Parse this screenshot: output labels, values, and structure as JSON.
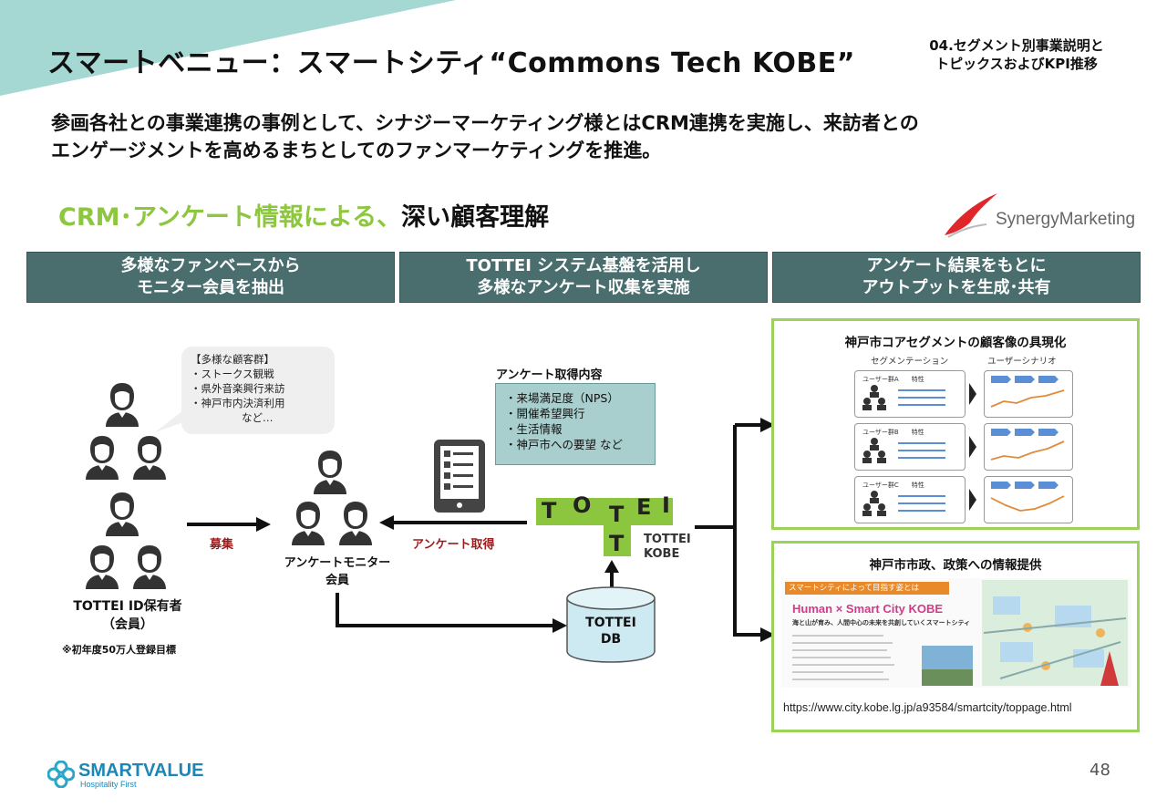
{
  "header": {
    "title": "スマートベニュー：スマートシティ“Commons Tech KOBE”",
    "section_tag_line1": "04.セグメント別事業説明と",
    "section_tag_line2": "トピックスおよびKPI推移"
  },
  "lead": {
    "line1": "参画各社との事業連携の事例として、シナジーマーケティング様とはCRM連携を実施し、来訪者との",
    "line2": "エンゲージメントを高めるまちとしてのファンマーケティングを推進。"
  },
  "crm_heading": {
    "green_part": "CRM･アンケート情報による、",
    "dark_part": "深い顧客理解"
  },
  "partner_logo": {
    "text": "SynergyMarketing"
  },
  "columns": [
    {
      "line1": "多様なファンベースから",
      "line2": "モニター会員を抽出"
    },
    {
      "line1": "TOTTEI システム基盤を活用し",
      "line2": "多様なアンケート収集を実施"
    },
    {
      "line1": "アンケート結果をもとに",
      "line2": "アウトプットを生成･共有"
    }
  ],
  "customer_bubble": {
    "title": "【多様な顧客群】",
    "items": [
      "・ストークス観戦",
      "・県外音楽興行来訪",
      "・神戸市内決済利用"
    ],
    "etc": "など…"
  },
  "members": {
    "label_line1": "TOTTEI ID保有者",
    "label_line2": "（会員）",
    "note": "※初年度50万人登録目標"
  },
  "arrows": {
    "recruit": "募集",
    "survey_acquire": "アンケート取得"
  },
  "monitor": {
    "label_line1": "アンケートモニター",
    "label_line2": "会員"
  },
  "survey": {
    "title": "アンケート取得内容",
    "items": [
      "・来場満足度（NPS）",
      "・開催希望興行",
      "・生活情報",
      "・神戸市への要望 など"
    ]
  },
  "tottei": {
    "logo_letters": [
      "T",
      "O",
      "T",
      "T",
      "E",
      "I"
    ],
    "sub_line1": "TOTTEI",
    "sub_line2": "KOBE",
    "db_line1": "TOTTEI",
    "db_line2": "DB"
  },
  "panel_top": {
    "title": "神戸市コアセグメントの顧客像の具現化",
    "seg_head": "セグメンテーション",
    "scen_head": "ユーザーシナリオ",
    "rows": [
      {
        "tag": "ユーザー群A　　特性"
      },
      {
        "tag": "ユーザー群B　　特性"
      },
      {
        "tag": "ユーザー群C　　特性"
      }
    ]
  },
  "panel_bottom": {
    "title": "神戸市市政、政策への情報提供",
    "banner": "スマートシティによって目指す姿とは",
    "headline": "Human × Smart City KOBE",
    "subline": "海と山が育み、人間中心の未来を共創していくスマートシティ",
    "url": "https://www.city.kobe.lg.jp/a93584/smartcity/toppage.html"
  },
  "footer": {
    "brand": "SMARTVALUE",
    "tagline": "Hospitality First",
    "page_number": "48"
  },
  "colors": {
    "teal_header": "#4a6e6e",
    "green_accent": "#8dc63f",
    "panel_border": "#9bd25a",
    "survey_box": "#a9cece",
    "dark_red_label": "#9b1c1c",
    "tottei_green": "#8cc63f"
  }
}
